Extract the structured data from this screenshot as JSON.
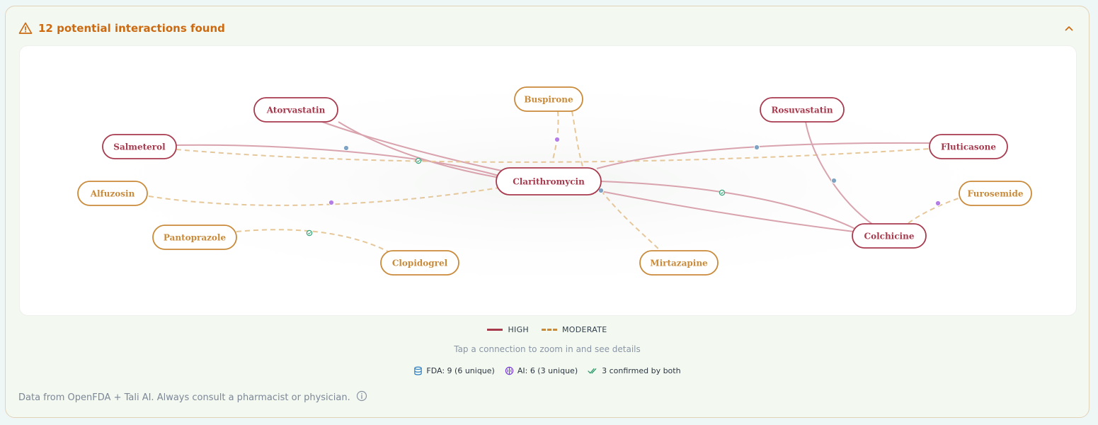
{
  "header": {
    "title": "12 potential interactions found",
    "icons": {
      "warning": "warning-triangle-icon",
      "collapse": "chevron-up-icon"
    }
  },
  "colors": {
    "high": "#a83a4e",
    "moderate": "#c98a3a",
    "high_line": "#d9a3ae",
    "moderate_line": "#e6c79a",
    "fda_dot": "#7fa3c4",
    "ai_dot": "#b47ee6",
    "confirmed_dot": "#3aa37a"
  },
  "graph": {
    "nodes": [
      {
        "id": "clarithromycin",
        "label": "Clarithromycin",
        "severity": "high"
      },
      {
        "id": "atorvastatin",
        "label": "Atorvastatin",
        "severity": "high"
      },
      {
        "id": "buspirone",
        "label": "Buspirone",
        "severity": "moderate"
      },
      {
        "id": "rosuvastatin",
        "label": "Rosuvastatin",
        "severity": "high"
      },
      {
        "id": "salmeterol",
        "label": "Salmeterol",
        "severity": "high"
      },
      {
        "id": "fluticasone",
        "label": "Fluticasone",
        "severity": "high"
      },
      {
        "id": "alfuzosin",
        "label": "Alfuzosin",
        "severity": "moderate"
      },
      {
        "id": "furosemide",
        "label": "Furosemide",
        "severity": "moderate"
      },
      {
        "id": "pantoprazole",
        "label": "Pantoprazole",
        "severity": "moderate"
      },
      {
        "id": "clopidogrel",
        "label": "Clopidogrel",
        "severity": "moderate"
      },
      {
        "id": "mirtazapine",
        "label": "Mirtazapine",
        "severity": "moderate"
      },
      {
        "id": "colchicine",
        "label": "Colchicine",
        "severity": "high"
      }
    ],
    "edges": [
      {
        "from": "atorvastatin",
        "to": "clarithromycin",
        "severity": "high",
        "source": "none"
      },
      {
        "from": "atorvastatin",
        "to": "clarithromycin",
        "severity": "high",
        "source": "confirmed"
      },
      {
        "from": "salmeterol",
        "to": "clarithromycin",
        "severity": "high",
        "source": "fda"
      },
      {
        "from": "salmeterol",
        "to": "fluticasone",
        "severity": "moderate",
        "source": "none"
      },
      {
        "from": "buspirone",
        "to": "clarithromycin",
        "severity": "moderate",
        "source": "ai"
      },
      {
        "from": "clarithromycin",
        "to": "fluticasone",
        "severity": "high",
        "source": "fda"
      },
      {
        "from": "alfuzosin",
        "to": "clarithromycin",
        "severity": "moderate",
        "source": "ai"
      },
      {
        "from": "clarithromycin",
        "to": "colchicine",
        "severity": "high",
        "source": "confirmed"
      },
      {
        "from": "clarithromycin",
        "to": "colchicine",
        "severity": "high",
        "source": "none"
      },
      {
        "from": "clarithromycin",
        "to": "mirtazapine",
        "severity": "moderate",
        "source": "fda"
      },
      {
        "from": "rosuvastatin",
        "to": "colchicine",
        "severity": "high",
        "source": "fda"
      },
      {
        "from": "colchicine",
        "to": "furosemide",
        "severity": "moderate",
        "source": "ai"
      },
      {
        "from": "pantoprazole",
        "to": "clopidogrel",
        "severity": "moderate",
        "source": "confirmed"
      }
    ]
  },
  "legend": {
    "high": "HIGH",
    "moderate": "MODERATE"
  },
  "hint": "Tap a connection to zoom in and see details",
  "sources": {
    "fda": "FDA: 9 (6 unique)",
    "ai": "AI: 6 (3 unique)",
    "confirmed": "3 confirmed by both"
  },
  "footer": {
    "text": "Data from OpenFDA + Tali AI. Always consult a pharmacist or physician.",
    "icon": "info-circle-icon"
  }
}
